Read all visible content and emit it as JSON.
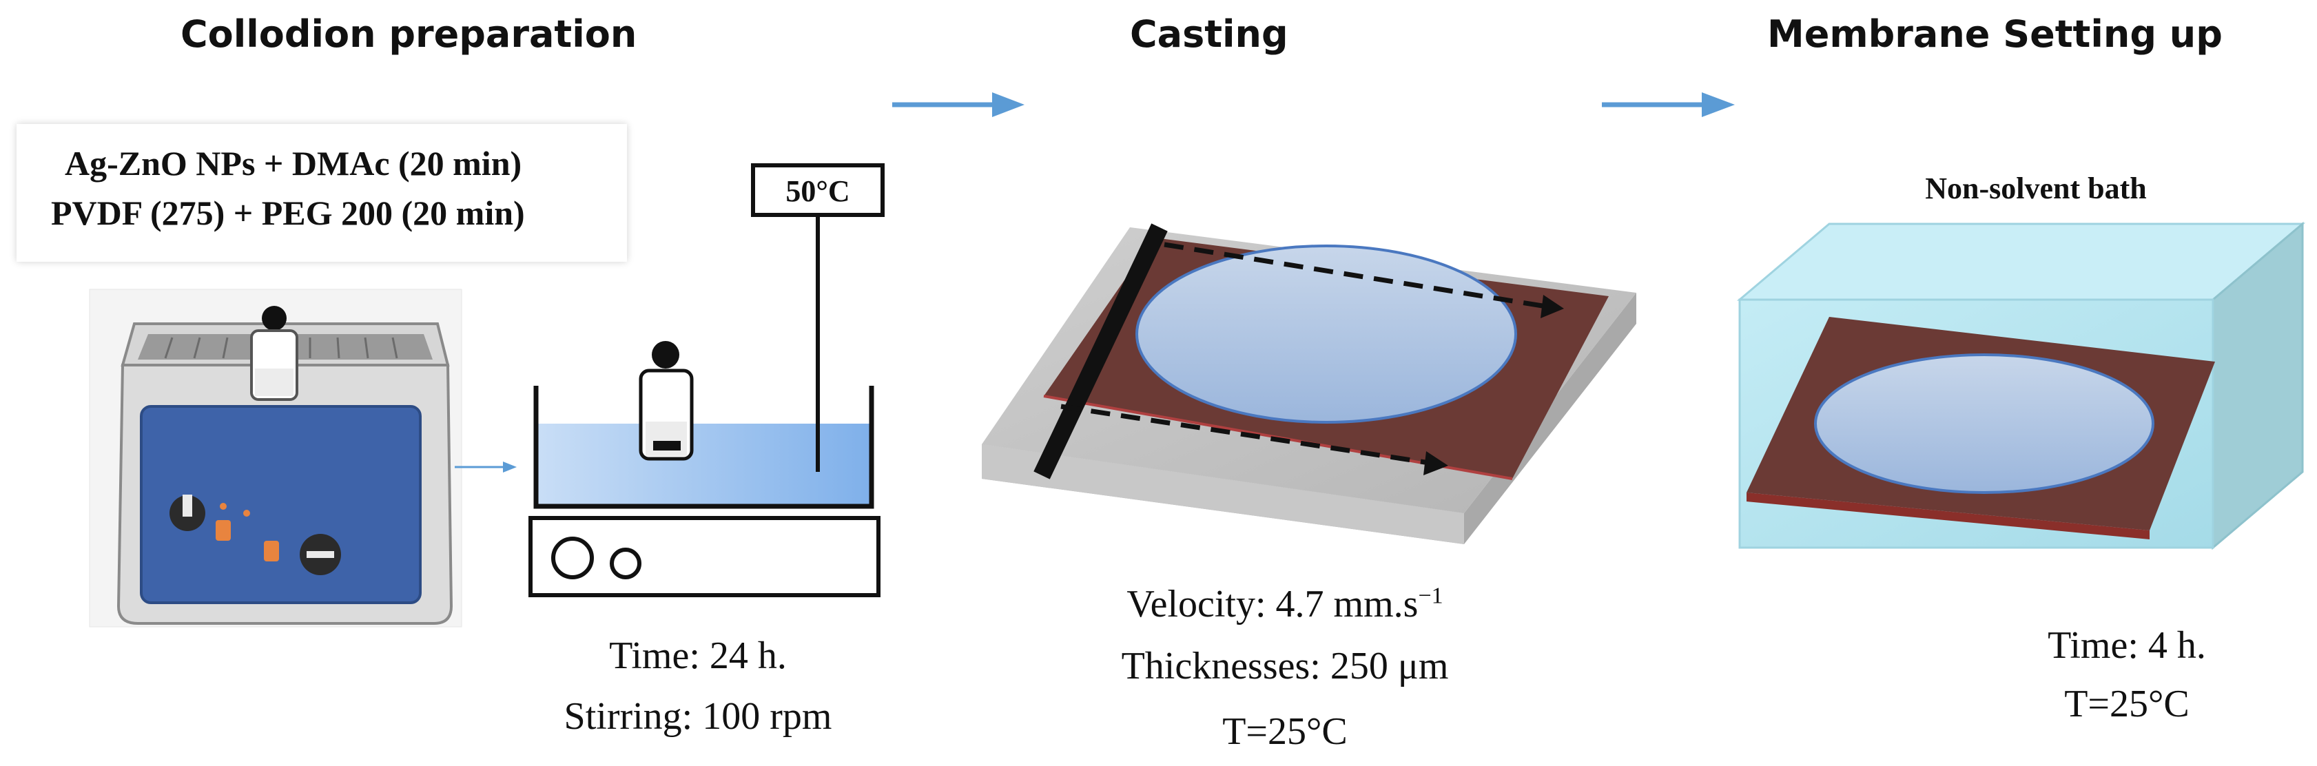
{
  "stages": {
    "collodion": {
      "title": "Collodion preparation",
      "recipe_line1": "Ag-ZnO NPs + DMAc (20 min)",
      "recipe_line2": "PVDF (275) + PEG 200 (20 min)",
      "temperature_label": "50°C",
      "time": "Time: 24 h.",
      "stirring": "Stirring: 100 rpm"
    },
    "casting": {
      "title": "Casting",
      "velocity_prefix": "Velocity: 4.7 mm.s",
      "velocity_exponent": "−1",
      "thickness": "Thicknesses: 250 μm",
      "temperature": "T=25°C"
    },
    "setting_up": {
      "title": "Membrane Setting up",
      "bath_label": "Non-solvent bath",
      "time": "Time: 4 h.",
      "temperature": "T=25°C"
    }
  },
  "colors": {
    "arrow": "#5b9bd5",
    "liquid": "#9cc3ee",
    "membrane": "#6b3a35",
    "ellipse": "#b8cce4",
    "bath": "#b7e4ef",
    "ultrasonic_panel": "#3e63a9"
  }
}
